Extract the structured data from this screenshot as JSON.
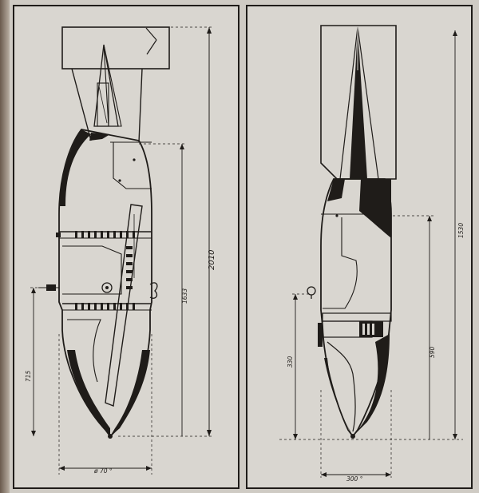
{
  "figure": {
    "left_view": {
      "labels": {
        "overall_length": "2010",
        "body_length": "1633",
        "lower_length": "715",
        "diameter": "ø 70 °"
      }
    },
    "right_view": {
      "labels": {
        "overall_length": "1530",
        "mid_length": "590",
        "lower_length": "330",
        "diameter": "300 °"
      }
    }
  },
  "colors": {
    "ink": "#1f1c19",
    "paper": "#d9d6d0",
    "background": "#cfcbc4"
  }
}
